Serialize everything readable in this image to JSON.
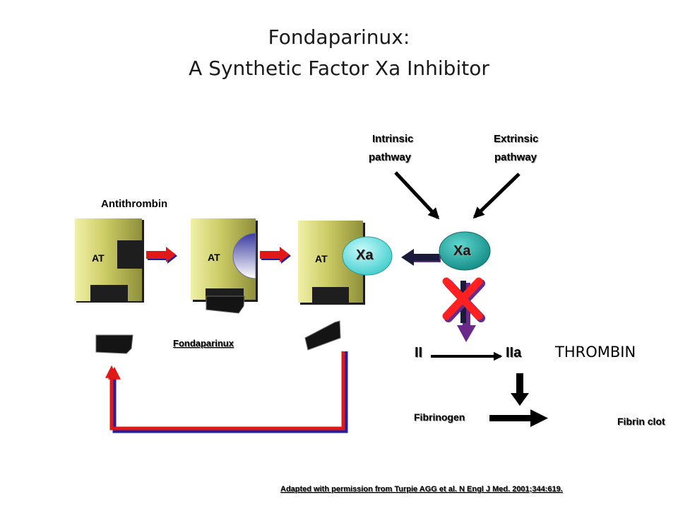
{
  "title": {
    "line1": "Fondaparinux:",
    "line2": "A Synthetic Factor Xa Inhibitor"
  },
  "labels": {
    "antithrombin": "Antithrombin",
    "at_1": "AT",
    "at_2": "AT",
    "at_3": "AT",
    "xa_bound": "Xa",
    "xa_free": "Xa",
    "fondaparinux": "Fondaparinux",
    "intrinsic_line1": "Intrinsic",
    "intrinsic_line2": "pathway",
    "extrinsic_line1": "Extrinsic",
    "extrinsic_line2": "pathway",
    "factor_ii": "II",
    "factor_iia": "IIa",
    "thrombin": "THROMBIN",
    "fibrinogen": "Fibrinogen",
    "fibrin_clot": "Fibrin clot"
  },
  "caption": "Adapted with permission from Turpie AGG et al. N Engl J Med. 2001;344:619.",
  "colors": {
    "at_block": "#cccc66",
    "at_block_dark": "#8f8f3a",
    "xa_bound_fill": "#66e0e0",
    "xa_free_fill": "#1ea8a0",
    "red_arrow": "#e01818",
    "blue_outline": "#2020a0",
    "inhibit_x": "#ff2020",
    "purple_arrow": "#6a2a8a"
  }
}
